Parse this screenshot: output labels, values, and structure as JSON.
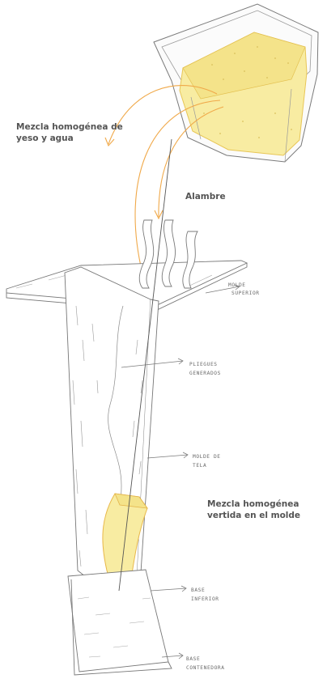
{
  "labels": {
    "mezcla_top": {
      "line1": "Mezcla homogénea de",
      "line2": "yeso y agua"
    },
    "alambre": "Alambre",
    "mezcla_bottom": {
      "line1": "Mezcla homogénea",
      "line2": "vertida en el molde"
    }
  },
  "handwritten": {
    "molde_superior": [
      "MOLDE",
      "SUPERIOR"
    ],
    "pliegues": [
      "PLIEGUES",
      "GENERADOS"
    ],
    "molde_tela": [
      "MOLDE DE",
      "TELA"
    ],
    "base_inferior": [
      "BASE",
      "INFERIOR"
    ],
    "base_contenedora": [
      "BASE",
      "CONTENEDORA"
    ]
  },
  "colors": {
    "plaster_fill": "#f8eca2",
    "plaster_stroke": "#e8c656",
    "arrow": "#f0a94a",
    "sketch_line": "#777777",
    "label_text": "#545454"
  }
}
